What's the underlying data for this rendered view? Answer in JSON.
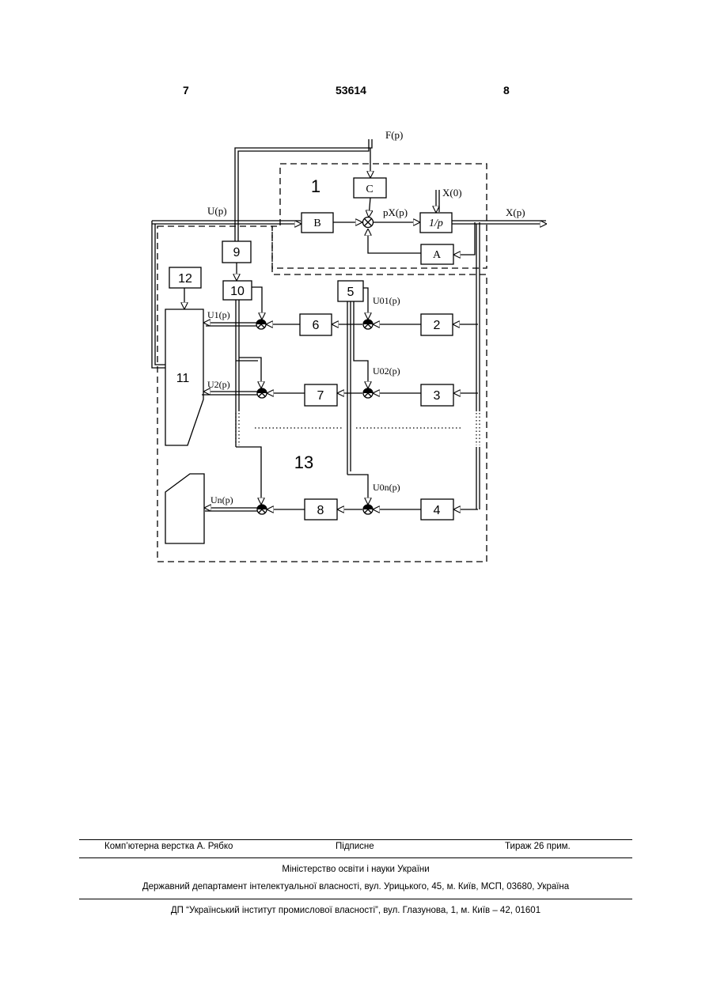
{
  "header": {
    "left_page": "7",
    "patent_number": "53614",
    "right_page": "8"
  },
  "diagram": {
    "signals": {
      "F": "F(p)",
      "U": "U(p)",
      "pX": "pX(p)",
      "X0": "X(0)",
      "X": "X(p)",
      "U1": "U1(p)",
      "U2": "U2(p)",
      "Un": "Un(p)",
      "U01": "U01(p)",
      "U02": "U02(p)",
      "U0n": "U0n(p)"
    },
    "blocks": {
      "C": "C",
      "B": "B",
      "integrator": "1/p",
      "A": "A",
      "b2": "2",
      "b3": "3",
      "b4": "4",
      "b5": "5",
      "b6": "6",
      "b7": "7",
      "b8": "8",
      "b9": "9",
      "b10": "10",
      "b11": "11",
      "b12": "12"
    },
    "regions": {
      "r1": "1",
      "r13": "13"
    }
  },
  "footer": {
    "layout_credit": "Комп’ютерна верстка А. Рябко",
    "signed": "Підписне",
    "circulation": "Тираж 26 прим.",
    "ministry": "Міністерство освіти і науки України",
    "department": "Державний департамент інтелектуальної власності, вул. Урицького, 45, м. Київ, МСП, 03680, Україна",
    "institute": "ДП “Український інститут промислової власності”, вул. Глазунова, 1, м. Київ – 42, 01601"
  }
}
